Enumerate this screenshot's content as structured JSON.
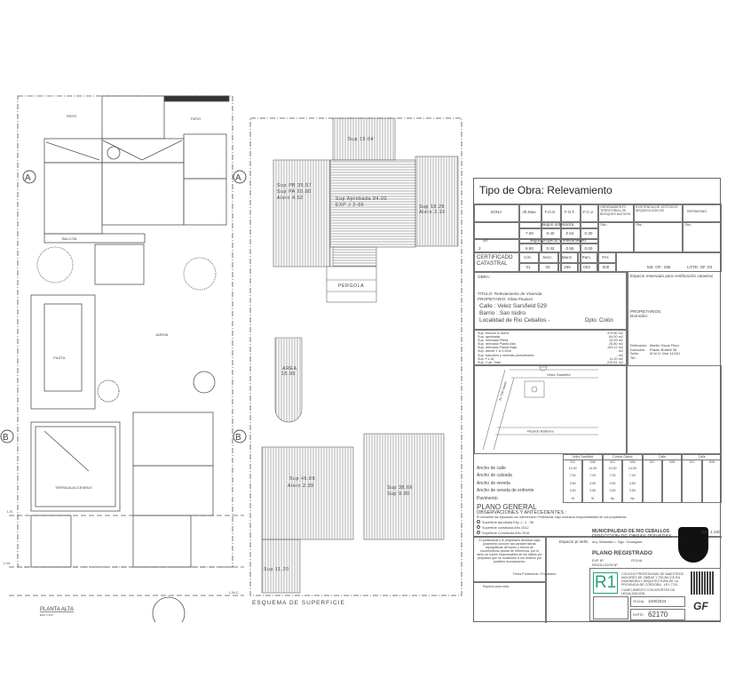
{
  "plan": {
    "title": "PLANTA ALTA",
    "scale": "ESC 1:100",
    "labels": {
      "patio_left": "PATIO",
      "patio_right": "PATIO",
      "balcon": "BALCON",
      "jardin": "JARDIN",
      "pileta": "PILETA",
      "terraza": "TERRAZA ACCESIBLE"
    },
    "section_marks": {
      "a": "A",
      "b": "B"
    },
    "line_labels": {
      "le": "L.E.",
      "lm": "L.M.",
      "lmc": "L.M.C."
    }
  },
  "esquema": {
    "title": "ESQUEMA DE SUPERFICIE",
    "areas": {
      "top": "Sup 15.04",
      "left": [
        "Sup PB 35.57",
        "Sup PA 20.90",
        "Alero 4.52"
      ],
      "center": [
        "Sup Aprobada 84.00",
        "EXP J 2-96"
      ],
      "right": [
        "Sup 18.28",
        "Alero 3.19"
      ],
      "pergola": "PERGOLA",
      "pileta": [
        "AREA",
        "15.99"
      ],
      "bottom_left": [
        "Sup 45.89",
        "Alero 2.39"
      ],
      "bottom_right": [
        "Sup 38.66",
        "Sup 9.90"
      ],
      "bottom_small": "Sup 11.20"
    }
  },
  "panel": {
    "title": "Tipo de Obra:  Relevamiento",
    "zone_table": {
      "headers": [
        "ZONA",
        "Alt.Max.",
        "F.O.S.",
        "F.O.T.",
        "F.C.V.",
        "ORDENAMIENTO TERRITORIAL DE BOSQUES NATIVOS",
        "EXISTENCIA DE VESTIGIOS ARQUEOLOGICOS",
        "PATRIMONIO"
      ],
      "segun_ordenanza": "segun ordenanza",
      "segun_proyecto": "segun proyecto o relevamiento",
      "ordenanza_values": [
        "7.00",
        "0.40",
        "0.64",
        "0.30"
      ],
      "proyecto_values": [
        "6.80",
        "0.42",
        "0.55",
        "0.00"
      ],
      "uf_label": "UF",
      "uf_value": "2",
      "obs": "Obs.:"
    },
    "catastral": {
      "label": "CERTIFICADO CATASTRAL",
      "headers": [
        "Circ.",
        "Secc.",
        "Manz.",
        "Parc.",
        "P.H."
      ],
      "values": [
        "01",
        "03",
        "265",
        "003",
        "000"
      ],
      "mz": "MZ. OF.: 265",
      "lote": "LOTE: OF.:03"
    },
    "obra": {
      "label": "OBRA :",
      "titulo": "TITULO:  Relevamiento de Vivienda",
      "propietario": "PROPIETARIO:  Silvia Paulazo",
      "calle": "Calle :   Velez Sarsfield 529",
      "barrio": "Barrio :  San Isidro",
      "localidad": "Localidad de Rio Ceballos -",
      "dpto": "Dpto. Colón",
      "reserved": "Espacio reservado para certificación catastral",
      "propietarios": "PROPIETARIOS:",
      "domicilio": "Domicilio:"
    },
    "superficies": [
      {
        "label": "Sup. terreno s/ mens.",
        "value": "379.80 m2"
      },
      {
        "label": "Sup. aprobada",
        "value": "84.00 m2"
      },
      {
        "label": "Sup. relevada Pileta",
        "value": "15.99 m2"
      },
      {
        "label": "Sup. relevada Planta Alta",
        "value": "25.80 m2"
      },
      {
        "label": "Sup. relevada Planta Baja",
        "value": "103.12 m2"
      },
      {
        "label": "Sup. aleros Y & 0.50m",
        "value": "-  m2"
      },
      {
        "label": "Sup. balcones y veredas perimetrales",
        "value": "-  m2"
      },
      {
        "label": "Sup. F.L.M.",
        "value": "11.20 m2"
      },
      {
        "label": "Sup. Cub. Total",
        "value": "215.61 m2"
      }
    ],
    "relevador": {
      "labels": [
        "Relevador:",
        "Domicilio:",
        "Sello:",
        "Tel.:"
      ],
      "values": [
        "Martin Oscar Ricci",
        "Pastor Bottelli 38",
        "M.M.O. Mat 1423/1",
        ""
      ]
    },
    "map": {
      "street_top": "Velez Sarsfield",
      "street_bottom": "Ricardo Balbona",
      "street_diag": "Av. San Martin"
    },
    "streets": {
      "names": [
        "Velez Sarsfield",
        "Correa Gianni",
        "Calle",
        "Calle"
      ],
      "sub": [
        "S/C",
        "S/M"
      ],
      "rows": [
        {
          "label": "Ancho de calle",
          "values": [
            "14.00",
            "14.00",
            "14.00",
            "14.00",
            "",
            "",
            "",
            ""
          ]
        },
        {
          "label": "Ancho de calzada",
          "values": [
            "7.00",
            "7.00",
            "7.00",
            "7.00",
            "",
            "",
            "",
            ""
          ]
        },
        {
          "label": "Ancho de vereda",
          "values": [
            "3.50",
            "3.50",
            "3.50",
            "3.50",
            "",
            "",
            "",
            ""
          ]
        },
        {
          "label": "Ancho de vereda de enfrente",
          "values": [
            "3.50",
            "3.50",
            "3.50",
            "3.50",
            "",
            "",
            "",
            ""
          ]
        },
        {
          "label": "Pavimento",
          "values": [
            "Si",
            "Si",
            "No",
            "No",
            "",
            "",
            "",
            ""
          ]
        }
      ]
    },
    "general": {
      "title": "PLANO GENERAL",
      "obs_title": "OBSERVACIONES Y ANTECEDENTES :",
      "obs_text": "El inmueble fue ejecutado sin intervención Profesional, bajo exclusiva responsabilidad de sus propietarios",
      "legend": [
        "Superficie Aprobada Exp J - 2 - 96",
        "Superficie construida Año 2012",
        "Superficie Construida Año 2016"
      ],
      "scale": "Esc. 1:100"
    },
    "declaration": "El profesional y el propietario declaran bajo juramento conocer las características topográficas del suelo y fuerza de escurrimiento pluvial de referencia, por lo tanto se hacen responsables de los daños y/o perjuicios que se ocasionen a los vecinos por posibles inundaciones.",
    "firma": "Firma Profesional / Propietario",
    "sello_space": "Espacio p/ sello",
    "sello_space2": "Espacio para sello",
    "muni": {
      "name": "MUNICIPALIDAD DE RIO CEBALLOS",
      "dir": "DIRECCION DE OBRAS PRIVADAS",
      "arq": "Arq. Sebastián L. Sigo - Encargado",
      "registrado": "PLANO REGISTRADO",
      "exp": "EXP. Nº",
      "fecha": "FECHA",
      "resolucion": "RESOLUCION Nº"
    },
    "colegio": {
      "logo": "R1",
      "name": "COLEGIO PROFESIONAL DE MAESTROS MAYORES DE OBRAS Y TECNICOS EN INGENIERIA Y ARQUITECTURA DE LA PROVINCIA DE CORDOBA - LEY 7742",
      "note": "CUMPLIMIENTO CON APORTES DE LEGALIZACION",
      "fecha_label": "FECHA:",
      "fecha": "10/8/2024",
      "expte_label": "EXPTE:",
      "expte": "62170"
    },
    "colors": {
      "line": "#666666",
      "r1": "#2a9d78"
    }
  }
}
